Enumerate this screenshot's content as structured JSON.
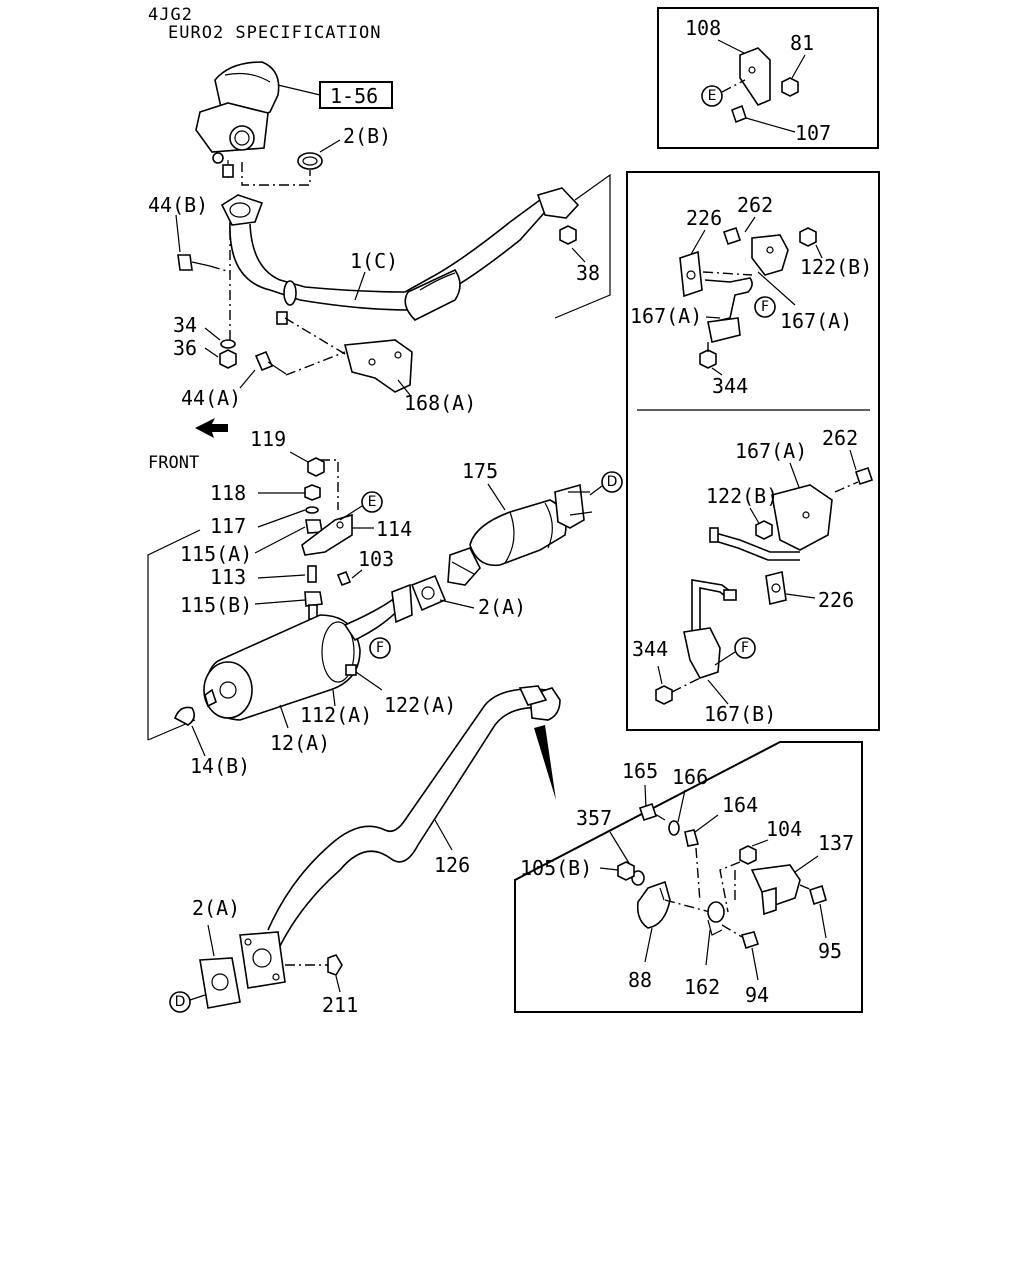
{
  "header": {
    "engine_code": "4JG2",
    "spec": "EURO2 SPECIFICATION"
  },
  "reference_box": "1-56",
  "direction_label": "FRONT",
  "callouts": {
    "E": "E",
    "F": "F",
    "D": "D"
  },
  "labels": {
    "p2B": "2(B)",
    "p44B": "44(B)",
    "p1C": "1(C)",
    "p38": "38",
    "p34": "34",
    "p36": "36",
    "p44A": "44(A)",
    "p168A": "168(A)",
    "p119": "119",
    "p118": "118",
    "p117": "117",
    "p115A": "115(A)",
    "p113": "113",
    "p115B": "115(B)",
    "p114": "114",
    "p103": "103",
    "p175": "175",
    "p2A_mid": "2(A)",
    "p112A": "112(A)",
    "p122A": "122(A)",
    "p12A": "12(A)",
    "p14B": "14(B)",
    "p126": "126",
    "p2A_low": "2(A)",
    "p211": "211",
    "box1_108": "108",
    "box1_81": "81",
    "box1_107": "107",
    "box2_226": "226",
    "box2_262": "262",
    "box2_122B": "122(B)",
    "box2_167A_left": "167(A)",
    "box2_167A_right": "167(A)",
    "box2_344": "344",
    "box3_167A": "167(A)",
    "box3_262": "262",
    "box3_122B": "122(B)",
    "box3_226": "226",
    "box3_344": "344",
    "box3_167B": "167(B)",
    "box4_165": "165",
    "box4_166": "166",
    "box4_164": "164",
    "box4_357": "357",
    "box4_104": "104",
    "box4_137": "137",
    "box4_105B": "105(B)",
    "box4_95": "95",
    "box4_88": "88",
    "box4_162": "162",
    "box4_94": "94"
  }
}
